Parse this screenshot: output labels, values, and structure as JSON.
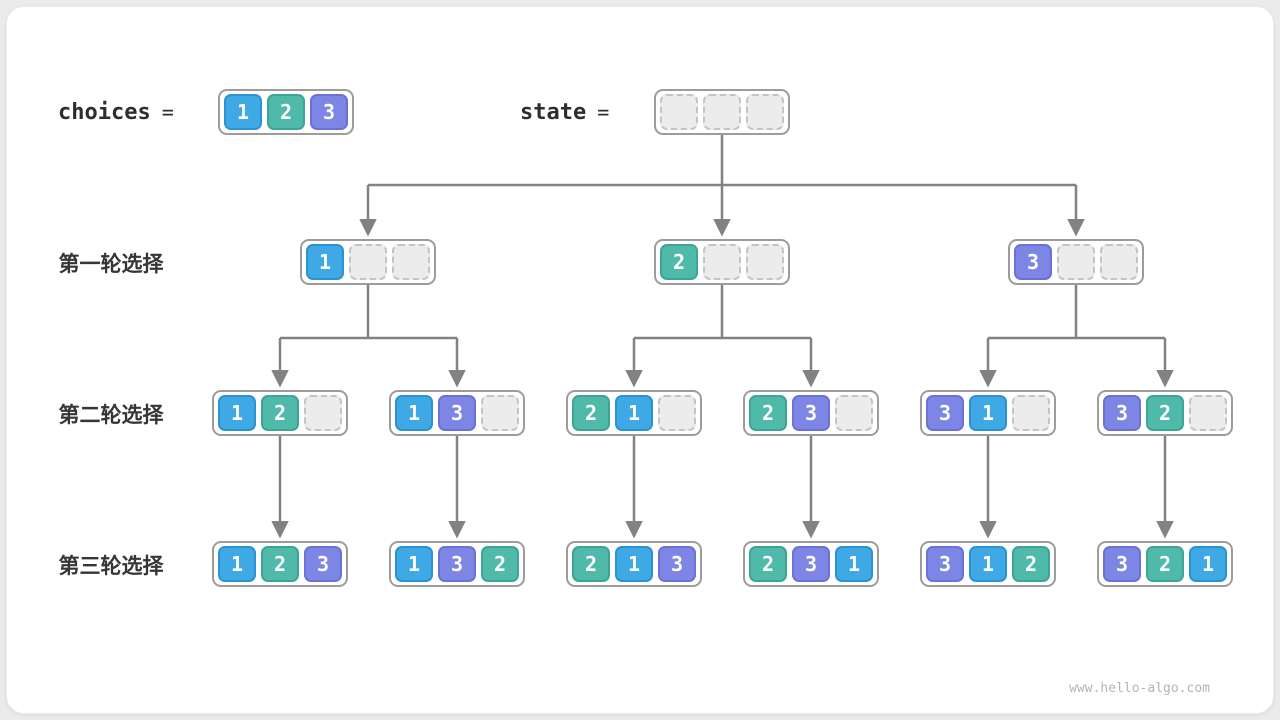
{
  "header": {
    "choices_label": "choices",
    "state_label": "state",
    "equals": "=",
    "choices_cells": [
      1,
      2,
      3
    ],
    "state_cells": [
      null,
      null,
      null
    ]
  },
  "rows": [
    {
      "label": "第一轮选择",
      "nodes": [
        [
          1,
          null,
          null
        ],
        [
          2,
          null,
          null
        ],
        [
          3,
          null,
          null
        ]
      ]
    },
    {
      "label": "第二轮选择",
      "nodes": [
        [
          1,
          2,
          null
        ],
        [
          1,
          3,
          null
        ],
        [
          2,
          1,
          null
        ],
        [
          2,
          3,
          null
        ],
        [
          3,
          1,
          null
        ],
        [
          3,
          2,
          null
        ]
      ]
    },
    {
      "label": "第三轮选择",
      "nodes": [
        [
          1,
          2,
          3
        ],
        [
          1,
          3,
          2
        ],
        [
          2,
          1,
          3
        ],
        [
          2,
          3,
          1
        ],
        [
          3,
          1,
          2
        ],
        [
          3,
          2,
          1
        ]
      ]
    }
  ],
  "colors": {
    "value_fill": {
      "1": "#3fa9e6",
      "2": "#4fbaa9",
      "3": "#7d85e5"
    },
    "value_border": {
      "1": "#2b93d2",
      "2": "#3da595",
      "3": "#6a72d6"
    },
    "empty_fill": "#ececec",
    "empty_border": "#c4c4c4",
    "box_border": "#9c9c9c",
    "arrow": "#828282"
  },
  "watermark": "www.hello-algo.com"
}
